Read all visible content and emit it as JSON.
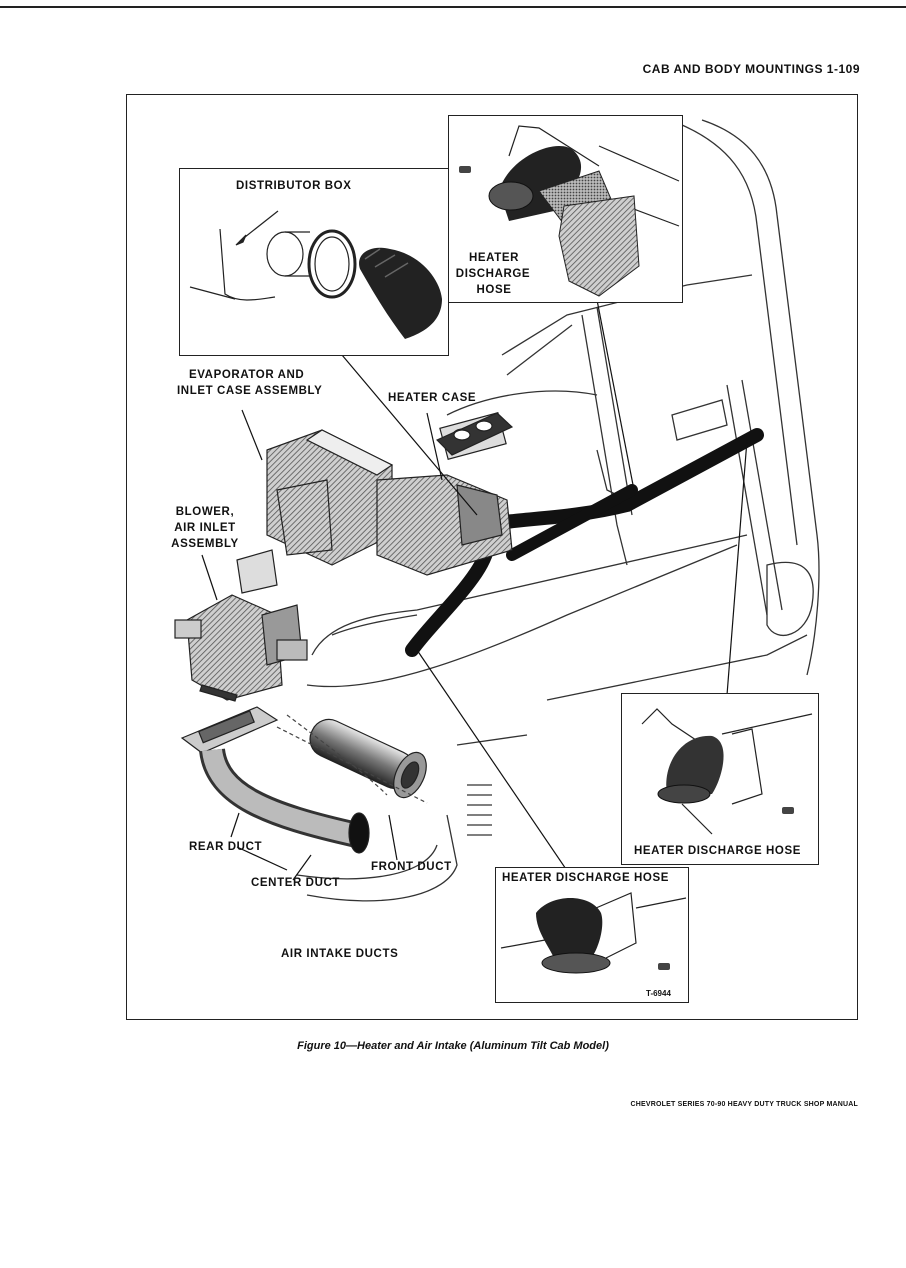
{
  "page": {
    "header": "CAB AND BODY MOUNTINGS 1-109",
    "footer": "CHEVROLET SERIES 70-90 HEAVY DUTY TRUCK SHOP MANUAL"
  },
  "figure": {
    "caption": "Figure 10—Heater and Air Intake (Aluminum Tilt Cab Model)",
    "code": "T-6944",
    "labels": {
      "distributor_box": "DISTRIBUTOR BOX",
      "heater_discharge_hose_top": [
        "HEATER",
        "DISCHARGE",
        "HOSE"
      ],
      "evaporator": [
        "EVAPORATOR AND",
        "INLET CASE ASSEMBLY"
      ],
      "heater_case": "HEATER CASE",
      "blower": [
        "BLOWER,",
        "AIR INLET",
        "ASSEMBLY"
      ],
      "rear_duct": "REAR DUCT",
      "center_duct": "CENTER DUCT",
      "front_duct": "FRONT DUCT",
      "air_intake_ducts": "AIR INTAKE DUCTS",
      "heater_discharge_hose_right": "HEATER DISCHARGE HOSE",
      "heater_discharge_hose_bottom": "HEATER DISCHARGE HOSE"
    }
  }
}
